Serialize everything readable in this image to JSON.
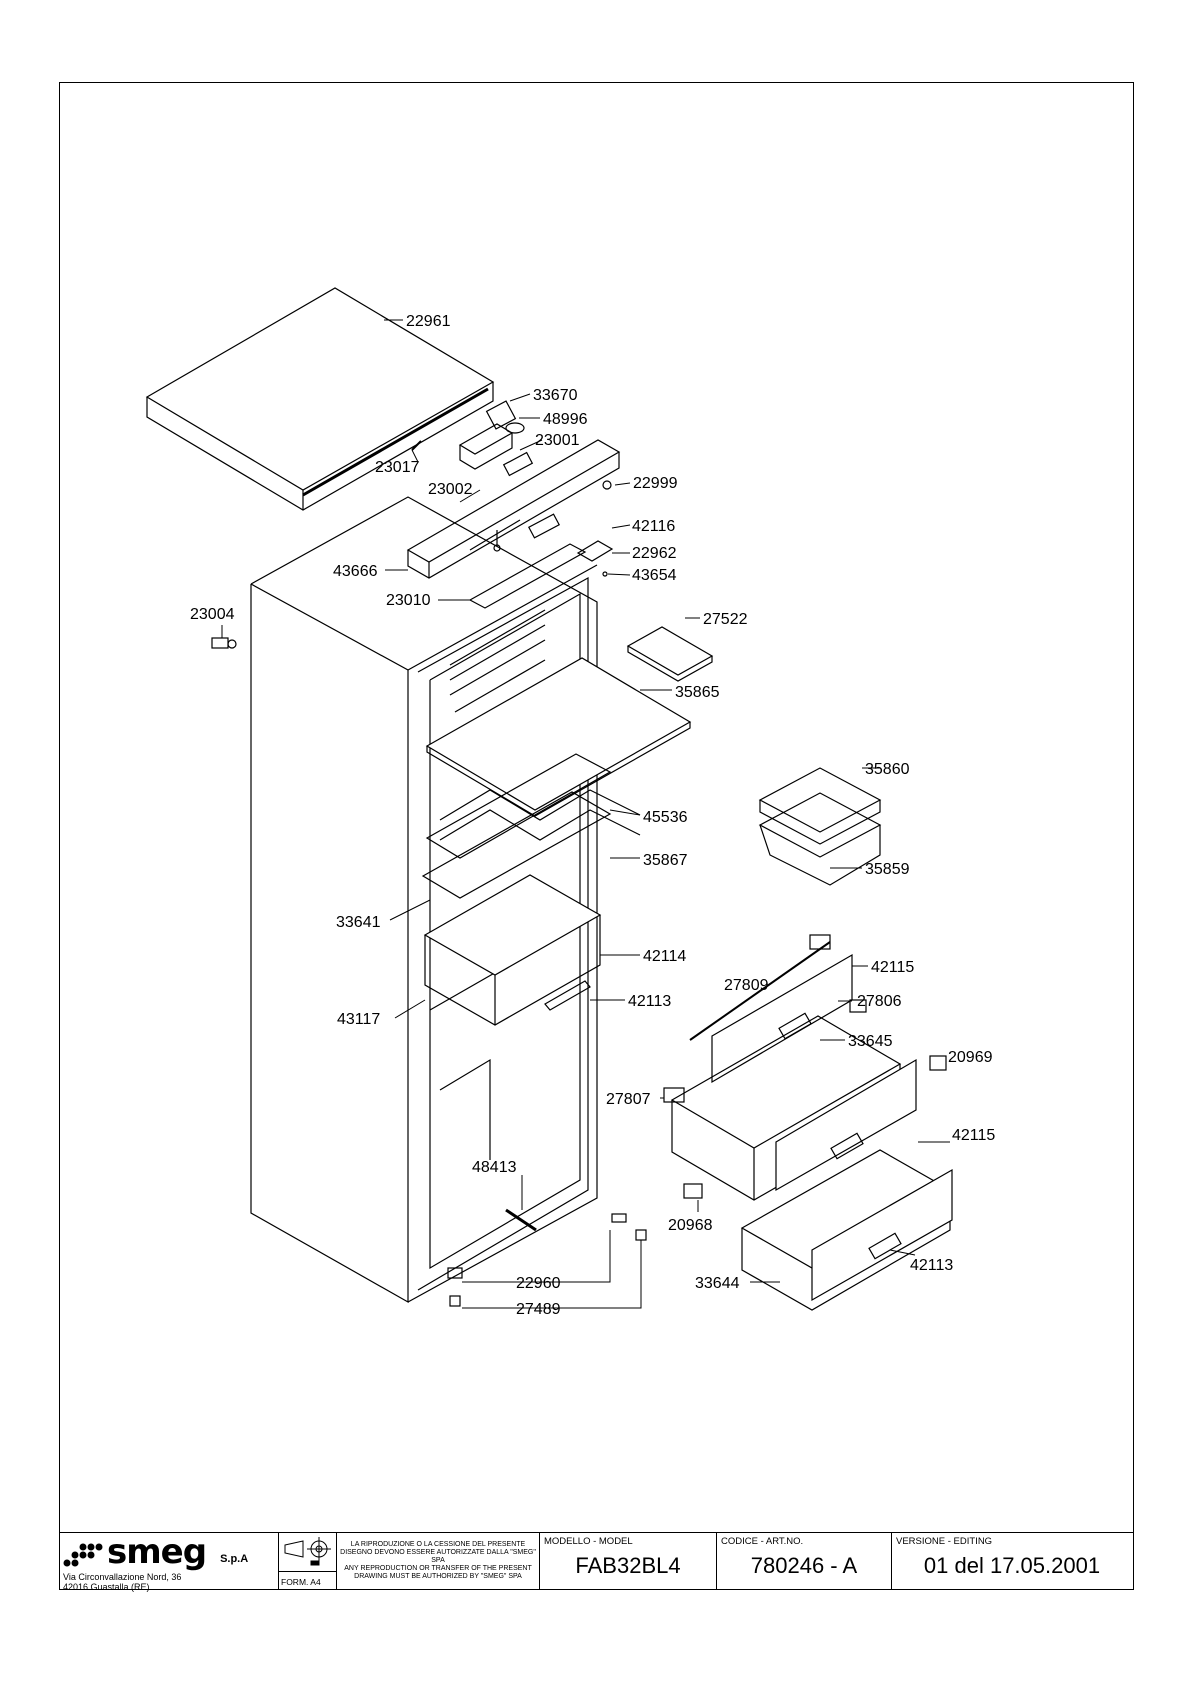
{
  "labels": [
    {
      "id": "22961",
      "text": "22961"
    },
    {
      "id": "33670",
      "text": "33670"
    },
    {
      "id": "48996",
      "text": "48996"
    },
    {
      "id": "23001",
      "text": "23001"
    },
    {
      "id": "23017",
      "text": "23017"
    },
    {
      "id": "22999",
      "text": "22999"
    },
    {
      "id": "23002",
      "text": "23002"
    },
    {
      "id": "42116",
      "text": "42116"
    },
    {
      "id": "22962",
      "text": "22962"
    },
    {
      "id": "43666",
      "text": "43666"
    },
    {
      "id": "43654",
      "text": "43654"
    },
    {
      "id": "23010",
      "text": "23010"
    },
    {
      "id": "23004",
      "text": "23004"
    },
    {
      "id": "27522",
      "text": "27522"
    },
    {
      "id": "35865",
      "text": "35865"
    },
    {
      "id": "35860",
      "text": "35860"
    },
    {
      "id": "45536",
      "text": "45536"
    },
    {
      "id": "35867",
      "text": "35867"
    },
    {
      "id": "35859",
      "text": "35859"
    },
    {
      "id": "33641",
      "text": "33641"
    },
    {
      "id": "42114",
      "text": "42114"
    },
    {
      "id": "27809",
      "text": "27809"
    },
    {
      "id": "42115a",
      "text": "42115"
    },
    {
      "id": "42113a",
      "text": "42113"
    },
    {
      "id": "27806",
      "text": "27806"
    },
    {
      "id": "43117",
      "text": "43117"
    },
    {
      "id": "33645",
      "text": "33645"
    },
    {
      "id": "20969",
      "text": "20969"
    },
    {
      "id": "27807",
      "text": "27807"
    },
    {
      "id": "42115b",
      "text": "42115"
    },
    {
      "id": "48413",
      "text": "48413"
    },
    {
      "id": "20968",
      "text": "20968"
    },
    {
      "id": "42113b",
      "text": "42113"
    },
    {
      "id": "22960",
      "text": "22960"
    },
    {
      "id": "33644",
      "text": "33644"
    },
    {
      "id": "27489",
      "text": "27489"
    }
  ],
  "title_block": {
    "logo": "smeg",
    "company_suffix": "S.p.A",
    "address_line1": "Via Circonvallazione Nord, 36",
    "address_line2": "42016  Guastalla (RE)",
    "form": "FORM. A4",
    "legal_it": "LA RIPRODUZIONE O LA CESSIONE DEL PRESENTE DISEGNO DEVONO ESSERE AUTORIZZATE DALLA \"SMEG\" SPA",
    "legal_en": "ANY REPRODUCTION OR TRANSFER OF THE PRESENT DRAWING MUST BE AUTHORIZED BY \"SMEG\" SPA",
    "model_caption": "MODELLO - MODEL",
    "model": "FAB32BL4",
    "code_caption": "CODICE - ART.NO.",
    "code": "780246 - A",
    "version_caption": "VERSIONE - EDITING",
    "version": "01 del 17.05.2001"
  }
}
